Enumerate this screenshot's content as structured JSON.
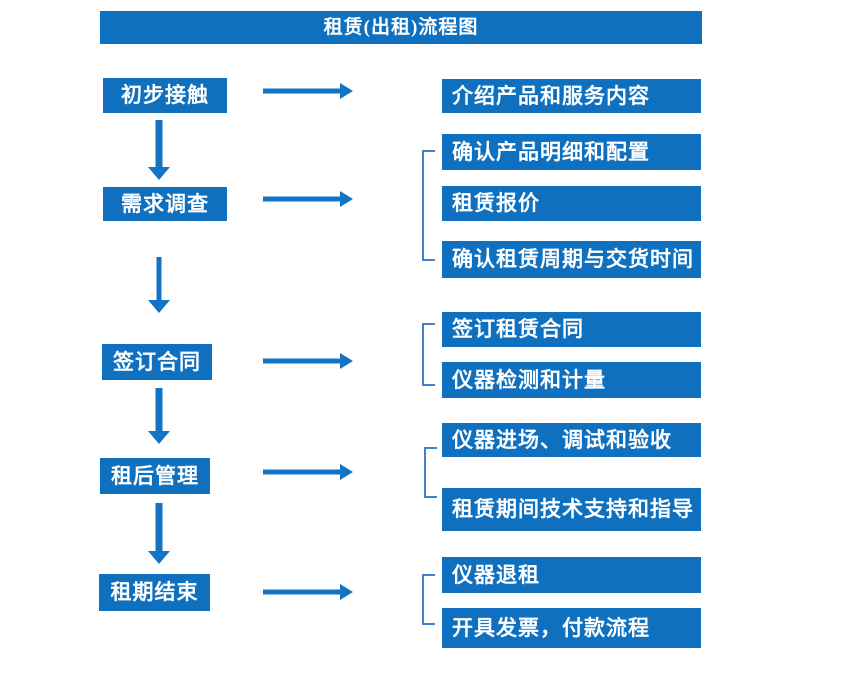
{
  "title": "租赁(出租)流程图",
  "colors": {
    "box_blue": "#0E70BE",
    "arrow_blue": "#1373C4",
    "bracket_blue": "#4481C5",
    "text_white": "#FFFFFF"
  },
  "stages": [
    {
      "label": "初步接触",
      "details": [
        "介绍产品和服务内容"
      ]
    },
    {
      "label": "需求调查",
      "details": [
        "确认产品明细和配置",
        "租赁报价",
        "确认租赁周期与交货时间"
      ]
    },
    {
      "label": "签订合同",
      "details": [
        "签订租赁合同",
        "仪器检测和计量"
      ]
    },
    {
      "label": "租后管理",
      "details": [
        "仪器进场、调试和验收",
        "租赁期间技术支持和指导"
      ]
    },
    {
      "label": "租期结束",
      "details": [
        "仪器退租",
        "开具发票，付款流程"
      ]
    }
  ]
}
